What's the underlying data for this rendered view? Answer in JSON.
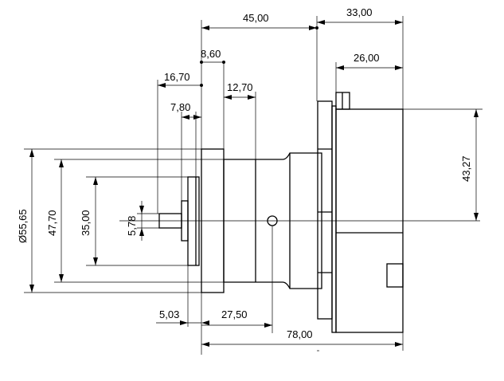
{
  "dimensions": {
    "overall_length": "78,00",
    "top_length": "45,00",
    "motor_length": "33,00",
    "motor_body_length": "26,00",
    "step_860": "8,60",
    "step_1670": "16,70",
    "step_1270": "12,70",
    "step_780": "7,80",
    "height_4327": "43,27",
    "dia_flange": "Ø55,65",
    "dia_4770": "47,70",
    "dia_3500": "35,00",
    "dia_shaft": "5,78",
    "bottom_503": "5,03",
    "bottom_2750": "27,50"
  },
  "colors": {
    "line": "#000000",
    "background": "#ffffff"
  }
}
